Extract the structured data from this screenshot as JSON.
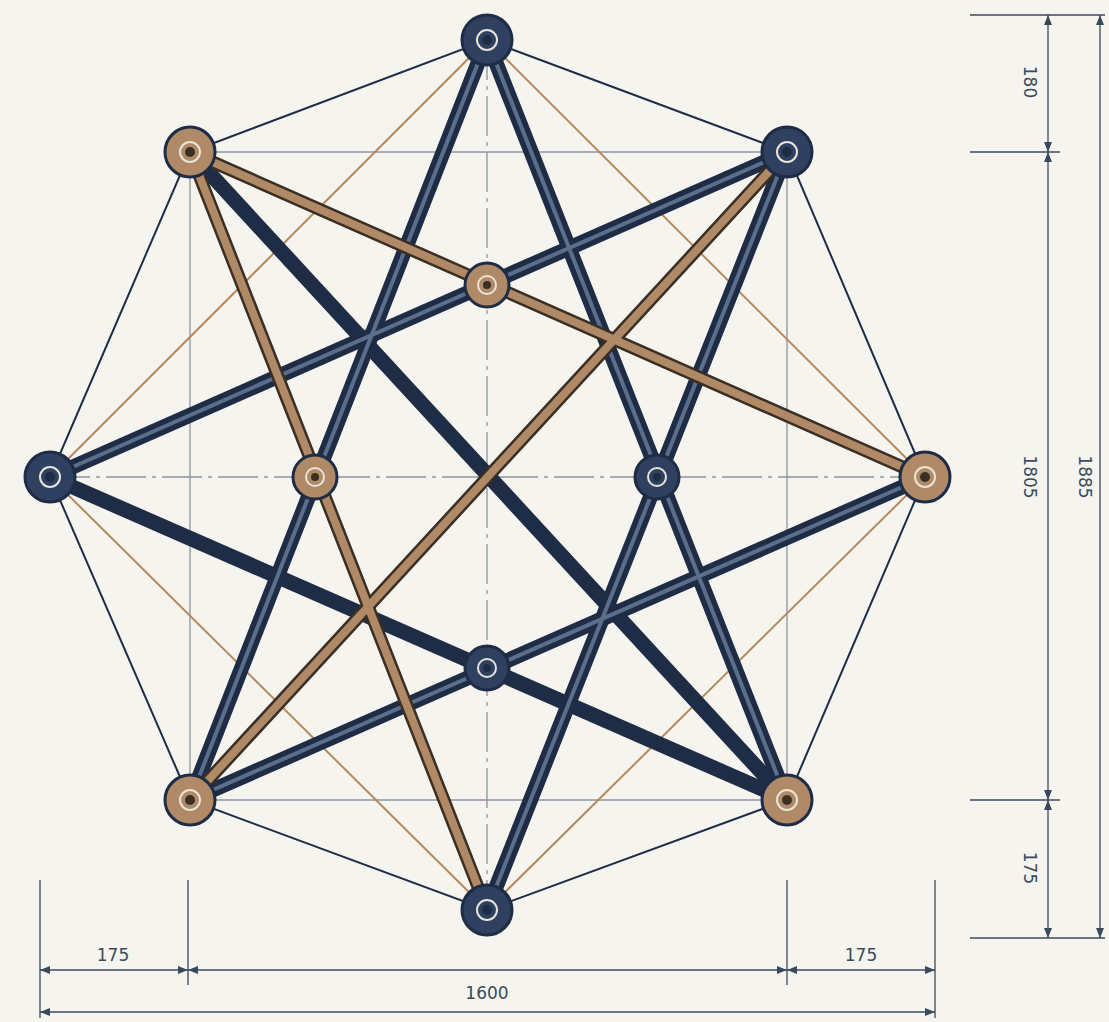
{
  "diagram": {
    "labels": [
      "175",
      "1600",
      "175",
      "180",
      "1805",
      "1885",
      "175"
    ]
  }
}
